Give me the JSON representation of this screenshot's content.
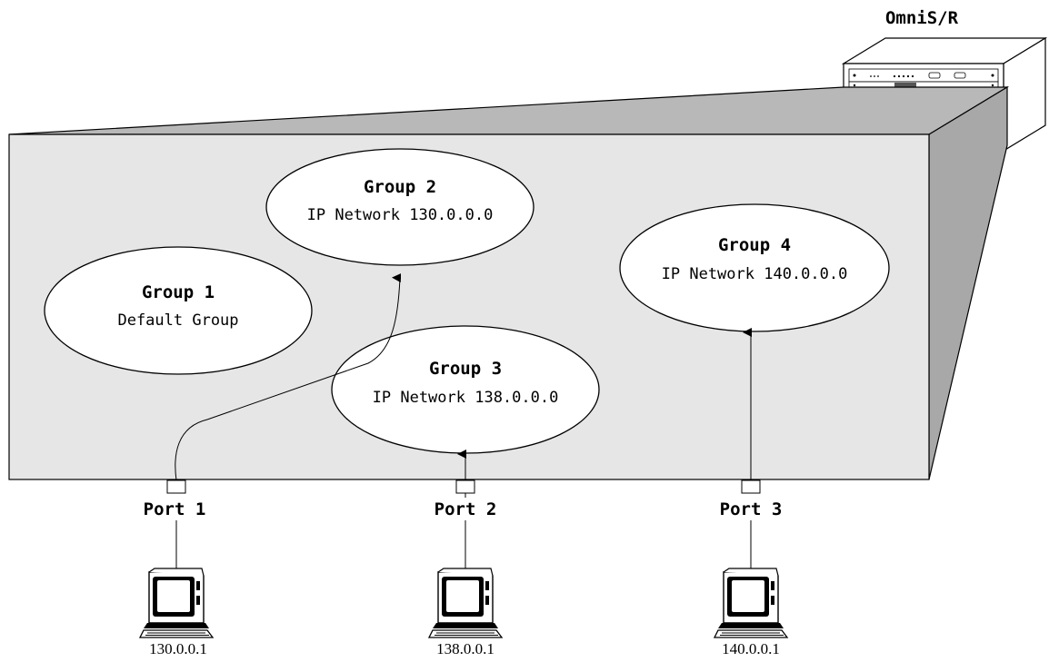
{
  "device": {
    "name": "OmniS/R"
  },
  "groups": [
    {
      "title": "Group 1",
      "subtitle": "Default Group"
    },
    {
      "title": "Group 2",
      "subtitle": "IP Network 130.0.0.0"
    },
    {
      "title": "Group 3",
      "subtitle": "IP Network 138.0.0.0"
    },
    {
      "title": "Group 4",
      "subtitle": "IP Network 140.0.0.0"
    }
  ],
  "ports": [
    {
      "label": "Port 1",
      "host_ip": "130.0.0.1"
    },
    {
      "label": "Port 2",
      "host_ip": "138.0.0.1"
    },
    {
      "label": "Port 3",
      "host_ip": "140.0.0.1"
    }
  ],
  "colors": {
    "front_face": "#e6e6e6",
    "side_face": "#a8a8a8",
    "top_face": "#b8b8b8",
    "line": "#000000"
  }
}
